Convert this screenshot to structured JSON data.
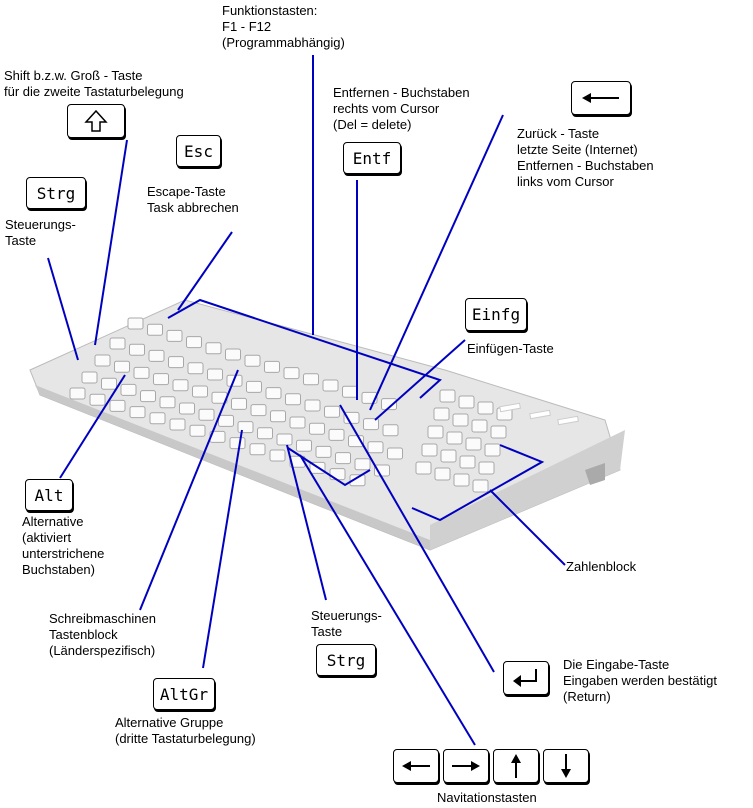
{
  "labels": {
    "funktion": [
      "Funktionstasten:",
      "F1 - F12",
      "(Programmabhängig)"
    ],
    "shift": [
      "Shift b.z.w. Groß - Taste",
      "für die zweite Tastaturbelegung"
    ],
    "entfernen": [
      "Entfernen - Buchstaben",
      "rechts vom Cursor",
      "(Del = delete)"
    ],
    "zurueck": [
      "Zurück - Taste",
      "letzte Seite (Internet)",
      "Entfernen - Buchstaben",
      "links vom Cursor"
    ],
    "escape": [
      "Escape-Taste",
      "Task abbrechen"
    ],
    "steuerung_left": [
      "Steuerungs-",
      "Taste"
    ],
    "einfuegen": "Einfügen-Taste",
    "alt": [
      "Alternative",
      "(aktiviert",
      "unterstrichene",
      "Buchstaben)"
    ],
    "zahlenblock": "Zahlenblock",
    "schreibmaschine": [
      "Schreibmaschinen",
      "Tastenblock",
      "(Länderspezifisch)"
    ],
    "steuerung_bottom": [
      "Steuerungs-",
      "Taste"
    ],
    "eingabe": [
      "Die Eingabe-Taste",
      "Eingaben werden bestätigt",
      "(Return)"
    ],
    "altgr": [
      "Alternative Gruppe",
      "(dritte Tastaturbelegung)"
    ],
    "navigation": "Navitationstasten"
  },
  "keys": {
    "esc": "Esc",
    "strg_left": "Strg",
    "entf": "Entf",
    "einfg": "Einfg",
    "alt": "Alt",
    "strg_bottom": "Strg",
    "altgr": "AltGr"
  },
  "icons": [
    "shift-arrow-icon",
    "backspace-arrow-icon",
    "enter-arrow-icon",
    "arrow-left-icon",
    "arrow-right-icon",
    "arrow-up-icon",
    "arrow-down-icon"
  ],
  "colors": {
    "leader_line": "#0000c0",
    "text": "#000000"
  }
}
